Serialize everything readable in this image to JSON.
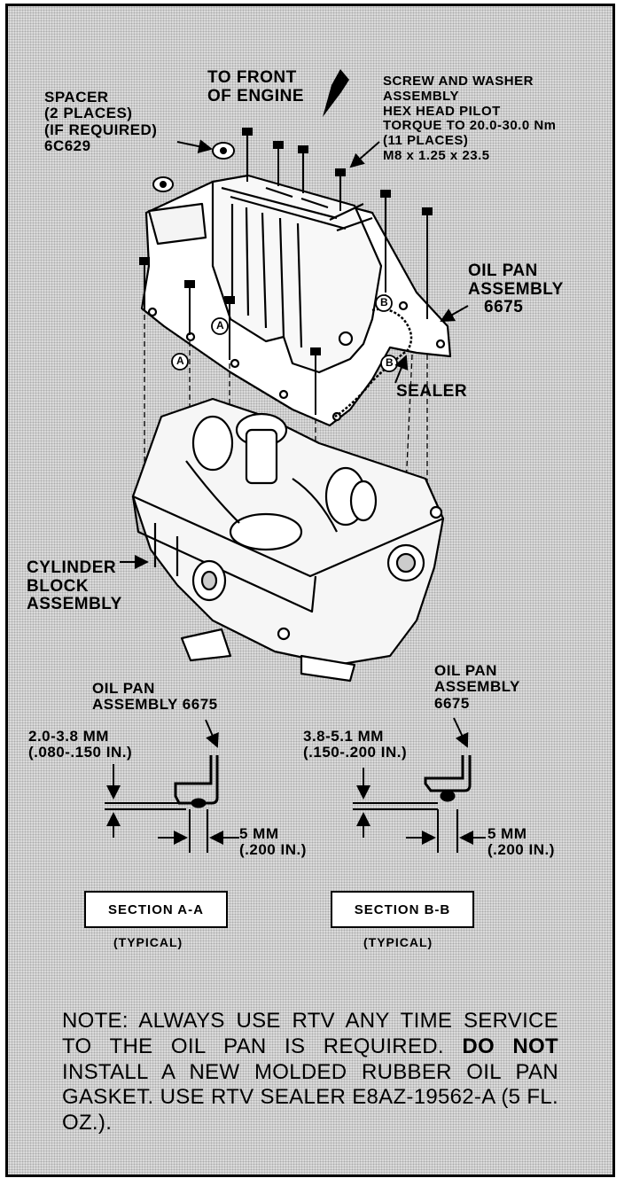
{
  "labels": {
    "front": [
      "TO FRONT",
      "OF ENGINE"
    ],
    "spacer": [
      "SPACER",
      "(2 PLACES)",
      "(IF REQUIRED)",
      "6C629"
    ],
    "screw": [
      "SCREW AND WASHER",
      "ASSEMBLY",
      "HEX HEAD PILOT",
      "TORQUE TO 20.0-30.0 Nm",
      "(11 PLACES)",
      "M8 x 1.25 x 23.5"
    ],
    "oilpan_top": [
      "OIL PAN",
      "ASSEMBLY",
      "6675"
    ],
    "sealer": "SEALER",
    "cylinder": [
      "CYLINDER",
      "BLOCK",
      "ASSEMBLY"
    ],
    "callout_a": "A",
    "callout_b": "B"
  },
  "section_a": {
    "oilpan": [
      "OIL PAN",
      "ASSEMBLY 6675"
    ],
    "gap": [
      "2.0-3.8 MM",
      "(.080-.150 IN.)"
    ],
    "width": [
      "5 MM",
      "(.200 IN.)"
    ],
    "title": "SECTION A-A",
    "typical": "(TYPICAL)"
  },
  "section_b": {
    "oilpan": [
      "OIL PAN",
      "ASSEMBLY",
      "6675"
    ],
    "gap": [
      "3.8-5.1 MM",
      "(.150-.200 IN.)"
    ],
    "width": [
      "5 MM",
      "(.200 IN.)"
    ],
    "title": "SECTION B-B",
    "typical": "(TYPICAL)"
  },
  "note": {
    "part1": "NOTE: ALWAYS USE RTV ANY TIME SERVICE TO THE OIL PAN IS REQUIRED. ",
    "bold": "DO NOT",
    "part2": " INSTALL A NEW MOLDED RUBBER OIL PAN GASKET. USE RTV SEALER E8AZ-19562-A (5 FL. OZ.)."
  }
}
